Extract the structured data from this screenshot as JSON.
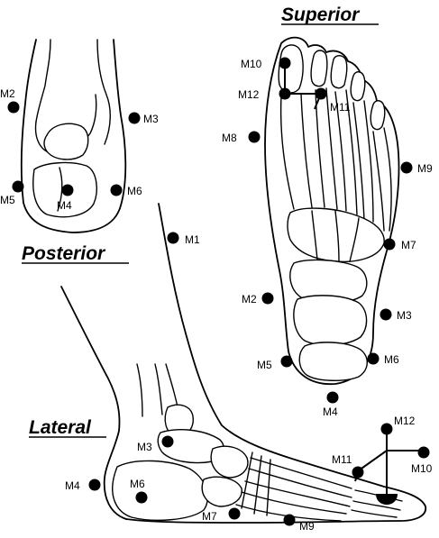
{
  "views": {
    "superior": {
      "title": "Superior"
    },
    "posterior": {
      "title": "Posterior"
    },
    "lateral": {
      "title": "Lateral"
    }
  },
  "markers": {
    "posterior": {
      "m2": "M2",
      "m3": "M3",
      "m4": "M4",
      "m5": "M5",
      "m6": "M6"
    },
    "superior": {
      "m10": "M10",
      "m12": "M12",
      "m11": "M11",
      "m8": "M8",
      "m9": "M9",
      "m7": "M7",
      "m2": "M2",
      "m3": "M3",
      "m5": "M5",
      "m6": "M6",
      "m4": "M4"
    },
    "lateral": {
      "m1": "M1",
      "m3": "M3",
      "m4": "M4",
      "m6": "M6",
      "m7": "M7",
      "m9": "M9",
      "m12": "M12",
      "m11": "M11",
      "m10": "M10"
    }
  }
}
